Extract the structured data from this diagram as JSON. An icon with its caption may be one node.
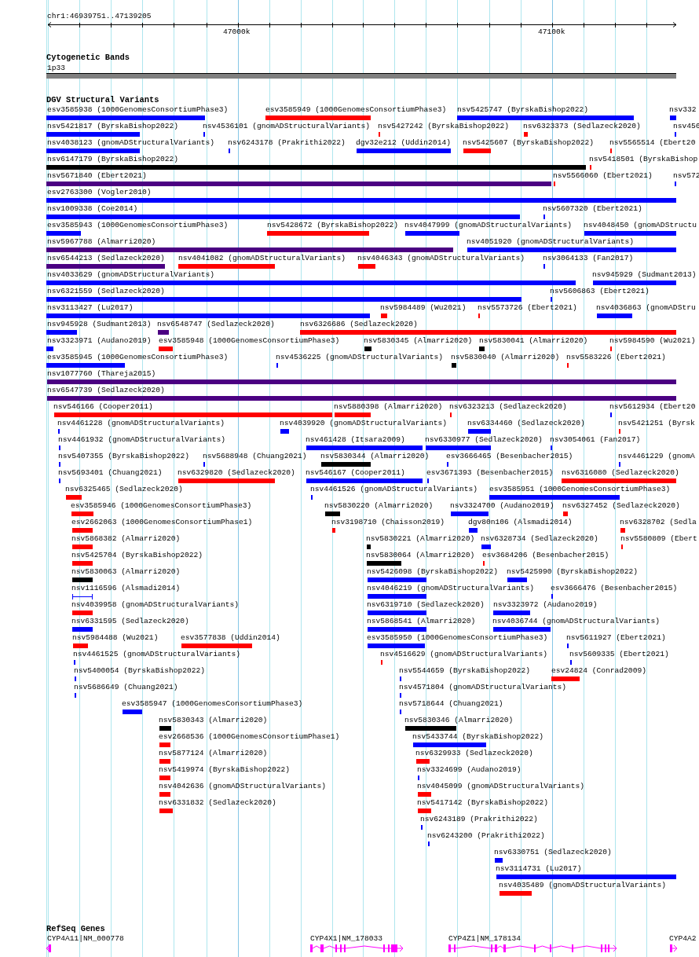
{
  "diagram": {
    "labels": [
      "chr1:46939751..47139205",
      "47000k",
      "47100k",
      "Cytogenetic Bands",
      "1p33",
      "DGV Structural Variants",
      "esv3585938 (1000GenomesConsortiumPhase3)",
      "esv3585949 (1000GenomesConsortiumPhase3)",
      "nsv5425747 (ByrskaBishop2022)",
      "nsv332",
      "nsv5421817 (ByrskaBishop2022)",
      "nsv4536101 (gnomADStructuralVariants)",
      "nsv5427242 (ByrskaBishop2022)",
      "nsv6323373 (Sedlazeck2020)",
      "nsv456",
      "nsv4038123 (gnomADStructuralVariants)",
      "nsv6243178 (Prakrithi2022)",
      "dgv32e212 (Uddin2014)",
      "nsv5425607 (ByrskaBishop2022)",
      "nsv5565514 (Ebert20",
      "nsv6147179 (ByrskaBishop2022)",
      "nsv5418501 (ByrskaBishop",
      "nsv5671840 (Ebert2021)",
      "nsv5566060 (Ebert2021)",
      "nsv572",
      "esv2763300 (Vogler2010)",
      "nsv1009338 (Coe2014)",
      "nsv5607320 (Ebert2021)",
      "esv3585943 (1000GenomesConsortiumPhase3)",
      "nsv5428672 (ByrskaBishop2022)",
      "nsv4047999 (gnomADStructuralVariants)",
      "nsv4048450 (gnomADStructu",
      "nsv5967788 (Almarri2020)",
      "nsv4051920 (gnomADStructuralVariants)",
      "nsv6544213 (Sedlazeck2020)",
      "nsv4041082 (gnomADStructuralVariants)",
      "nsv4046343 (gnomADStructuralVariants)",
      "nsv3064133 (Fan2017)",
      "nsv4033629 (gnomADStructuralVariants)",
      "nsv945929 (Sudmant2013)",
      "nsv6321559 (Sedlazeck2020)",
      "nsv5606863 (Ebert2021)",
      "nsv3113427 (Lu2017)",
      "nsv5984489 (Wu2021)",
      "nsv5573726 (Ebert2021)",
      "nsv4036863 (gnomADStru",
      "nsv945928 (Sudmant2013)",
      "nsv6548747 (Sedlazeck2020)",
      "nsv6326686 (Sedlazeck2020)",
      "nsv3323971 (Audano2019)",
      "esv3585948 (1000GenomesConsortiumPhase3)",
      "nsv5830345 (Almarri2020)",
      "nsv5830041 (Almarri2020)",
      "nsv5984590 (Wu2021)",
      "esv3585945 (1000GenomesConsortiumPhase3)",
      "nsv4536225 (gnomADStructuralVariants)",
      "nsv5830040 (Almarri2020)",
      "nsv5583226 (Ebert2021)",
      "nsv1077760 (Thareja2015)",
      "nsv6547739 (Sedlazeck2020)",
      "nsv546166 (Cooper2011)",
      "nsv5880398 (Almarri2020)",
      "nsv6323213 (Sedlazeck2020)",
      "nsv5612934 (Ebert20",
      "nsv4461228 (gnomADStructuralVariants)",
      "nsv4039920 (gnomADStructuralVariants)",
      "nsv6334460 (Sedlazeck2020)",
      "nsv5421251 (Byrsk",
      "nsv4461932 (gnomADStructuralVariants)",
      "nsv461428 (Itsara2009)",
      "nsv6330977 (Sedlazeck2020)",
      "nsv3054061 (Fan2017)",
      "nsv5407355 (ByrskaBishop2022)",
      "nsv5688948 (Chuang2021)",
      "nsv5830344 (Almarri2020)",
      "esv3666465 (Besenbacher2015)",
      "nsv4461229 (gnomA",
      "nsv5693401 (Chuang2021)",
      "nsv6329820 (Sedlazeck2020)",
      "nsv546167 (Cooper2011)",
      "esv3671393 (Besenbacher2015)",
      "nsv6316080 (Sedlazeck2020)",
      "nsv6325465 (Sedlazeck2020)",
      "nsv4461526 (gnomADStructuralVariants)",
      "esv3585951 (1000GenomesConsortiumPhase3)",
      "esv3585946 (1000GenomesConsortiumPhase3)",
      "nsv5830220 (Almarri2020)",
      "nsv3324700 (Audano2019)",
      "nsv6327452 (Sedlazeck2020)",
      "esv2662063 (1000GenomesConsortiumPhase1)",
      "nsv3198710 (Chaisson2019)",
      "dgv80n106 (Alsmadi2014)",
      "nsv6328702 (Sedla",
      "nsv5868382 (Almarri2020)",
      "nsv5830221 (Almarri2020)",
      "nsv6328734 (Sedlazeck2020)",
      "nsv5580809 (Ebert",
      "nsv5425704 (ByrskaBishop2022)",
      "nsv5830064 (Almarri2020)",
      "esv3684206 (Besenbacher2015)",
      "nsv5830063 (Almarri2020)",
      "nsv5426098 (ByrskaBishop2022)",
      "nsv5425990 (ByrskaBishop2022)",
      "nsv1116596 (Alsmadi2014)",
      "nsv4046219 (gnomADStructuralVariants)",
      "esv3666476 (Besenbacher2015)",
      "nsv4039958 (gnomADStructuralVariants)",
      "nsv6319710 (Sedlazeck2020)",
      "nsv3323972 (Audano2019)",
      "nsv6331595 (Sedlazeck2020)",
      "nsv5868541 (Almarri2020)",
      "nsv4036744 (gnomADStructuralVariants)",
      "nsv5984488 (Wu2021)",
      "esv3577838 (Uddin2014)",
      "esv3585950 (1000GenomesConsortiumPhase3)",
      "nsv5611927 (Ebert2021)",
      "nsv4461525 (gnomADStructuralVariants)",
      "nsv4516629 (gnomADStructuralVariants)",
      "nsv5609335 (Ebert2021)",
      "nsv5400054 (ByrskaBishop2022)",
      "nsv5544659 (ByrskaBishop2022)",
      "esv24824 (Conrad2009)",
      "nsv5686649 (Chuang2021)",
      "nsv4571804 (gnomADStructuralVariants)",
      "esv3585947 (1000GenomesConsortiumPhase3)",
      "nsv5718644 (Chuang2021)",
      "nsv5830343 (Almarri2020)",
      "nsv5830346 (Almarri2020)",
      "esv2668536 (1000GenomesConsortiumPhase1)",
      "nsv5433744 (ByrskaBishop2022)",
      "nsv5877124 (Almarri2020)",
      "nsv6329933 (Sedlazeck2020)",
      "nsv5419974 (ByrskaBishop2022)",
      "nsv3324699 (Audano2019)",
      "nsv4042636 (gnomADStructuralVariants)",
      "nsv4045099 (gnomADStructuralVariants)",
      "nsv6331832 (Sedlazeck2020)",
      "nsv5417142 (ByrskaBishop2022)",
      "nsv6243189 (Prakrithi2022)",
      "nsv6243200 (Prakrithi2022)",
      "nsv6330751 (Sedlazeck2020)",
      "nsv3114731 (Lu2017)",
      "nsv4035489 (gnomADStructuralVariants)",
      "RefSeq Genes",
      "CYP4A11|NM_000778",
      "CYP4X1|NM_178033",
      "CYP4Z1|NM_178134",
      "CYP4A2"
    ]
  }
}
